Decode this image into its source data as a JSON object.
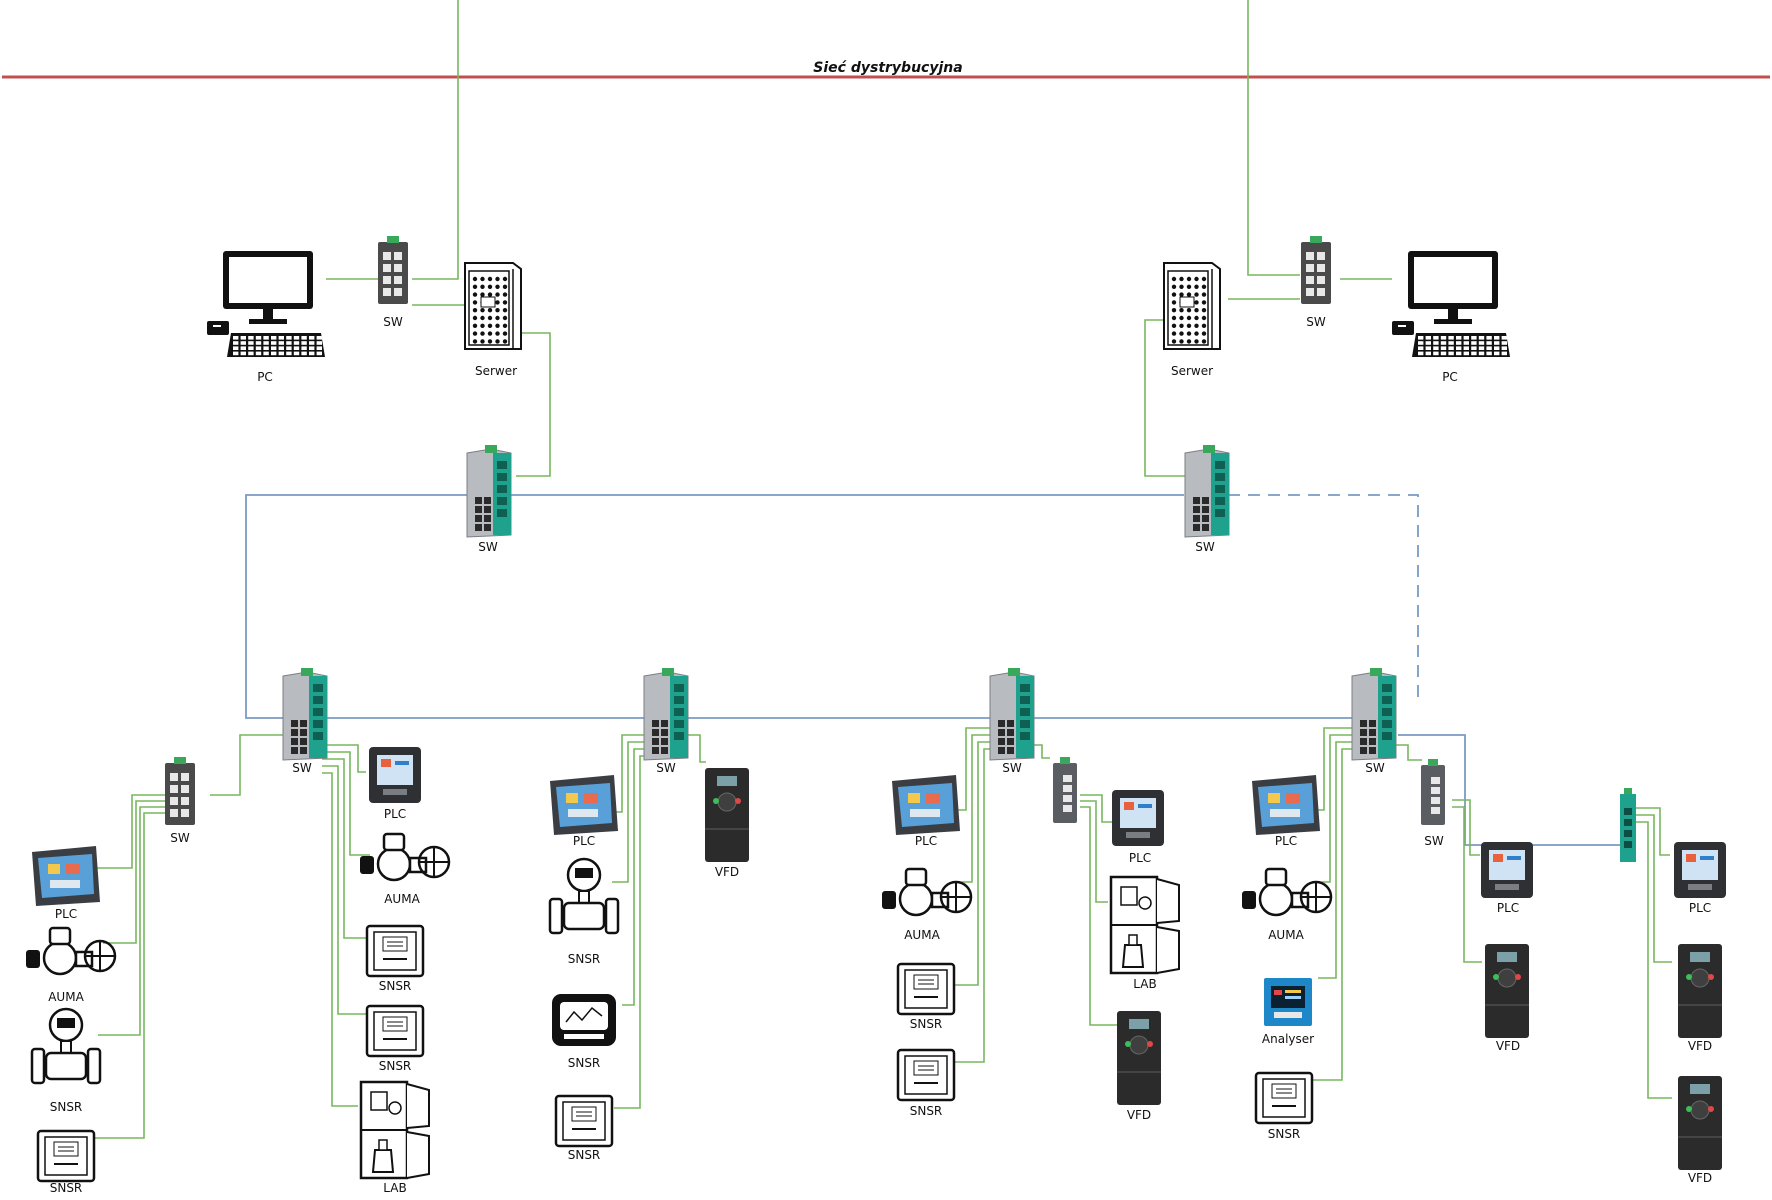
{
  "network": {
    "title": "Sieć dystrybucyjna",
    "colors": {
      "distribution": "#c0504d",
      "ethernet": "#77b85e",
      "fiber": "#7a9bc4",
      "device_dark": "#4a4a4a",
      "switch_teal": "#1ea28e",
      "switch_green": "#3aa85a",
      "drive_dark": "#2b2b2b",
      "analyser_blue": "#1e87c8"
    }
  },
  "nodes": [
    {
      "type": "pc",
      "label": "PC"
    },
    {
      "type": "sw_small",
      "label": "SW"
    },
    {
      "type": "server",
      "label": "Serwer"
    },
    {
      "type": "server",
      "label": "Serwer"
    },
    {
      "type": "sw_small",
      "label": "SW"
    },
    {
      "type": "pc",
      "label": "PC"
    },
    {
      "type": "sw_mgmt",
      "label": "SW"
    },
    {
      "type": "sw_mgmt",
      "label": "SW"
    },
    {
      "type": "sw_mgmt",
      "label": "SW"
    },
    {
      "type": "sw_mgmt",
      "label": "SW"
    },
    {
      "type": "sw_mgmt",
      "label": "SW"
    },
    {
      "type": "sw_mgmt",
      "label": "SW"
    },
    {
      "type": "sw_small",
      "label": "SW"
    },
    {
      "type": "hmi",
      "label": "PLC"
    },
    {
      "type": "valve",
      "label": "AUMA"
    },
    {
      "type": "flowmeter",
      "label": "SNSR"
    },
    {
      "type": "transmitter",
      "label": "SNSR"
    },
    {
      "type": "plc_box",
      "label": "PLC"
    },
    {
      "type": "valve",
      "label": "AUMA"
    },
    {
      "type": "transmitter",
      "label": "SNSR"
    },
    {
      "type": "transmitter",
      "label": "SNSR"
    },
    {
      "type": "cabinet",
      "label": "LAB"
    },
    {
      "type": "hmi",
      "label": "PLC"
    },
    {
      "type": "flowmeter",
      "label": "SNSR"
    },
    {
      "type": "controller",
      "label": "SNSR"
    },
    {
      "type": "transmitter",
      "label": "SNSR"
    },
    {
      "type": "vfd",
      "label": "VFD"
    },
    {
      "type": "hmi",
      "label": "PLC"
    },
    {
      "type": "valve",
      "label": "AUMA"
    },
    {
      "type": "transmitter",
      "label": "SNSR"
    },
    {
      "type": "transmitter",
      "label": "SNSR"
    },
    {
      "type": "sw_tiny",
      "label": ""
    },
    {
      "type": "plc_box",
      "label": "PLC"
    },
    {
      "type": "cabinet",
      "label": "LAB"
    },
    {
      "type": "vfd",
      "label": "VFD"
    },
    {
      "type": "hmi",
      "label": "PLC"
    },
    {
      "type": "valve",
      "label": "AUMA"
    },
    {
      "type": "analyser",
      "label": "Analyser"
    },
    {
      "type": "transmitter",
      "label": "SNSR"
    },
    {
      "type": "sw_tiny",
      "label": "SW"
    },
    {
      "type": "plc_box",
      "label": "PLC"
    },
    {
      "type": "vfd",
      "label": "VFD"
    },
    {
      "type": "sw_rail",
      "label": ""
    },
    {
      "type": "plc_box",
      "label": "PLC"
    },
    {
      "type": "vfd",
      "label": "VFD"
    },
    {
      "type": "vfd",
      "label": "VFD"
    }
  ]
}
